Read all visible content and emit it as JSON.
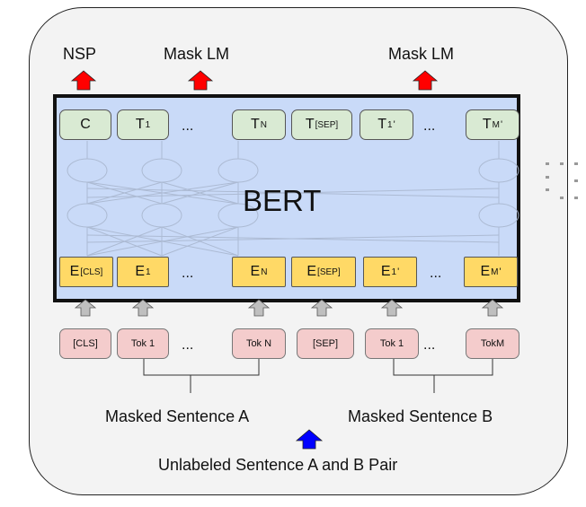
{
  "outputs": {
    "nsp": "NSP",
    "mask_lm_1": "Mask LM",
    "mask_lm_2": "Mask LM"
  },
  "model": {
    "name": "BERT"
  },
  "top_tokens": {
    "c": "C",
    "t1": "T",
    "t1_sub": "1",
    "ellipsis1": "...",
    "tn": "T",
    "tn_sub": "N",
    "tsep": "T",
    "tsep_sub": "[SEP]",
    "t1p": "T",
    "t1p_sub": "1",
    "t1p_prime": "'",
    "ellipsis2": "...",
    "tm": "T",
    "tm_sub": "M",
    "tm_prime": "'"
  },
  "embeddings": {
    "ecls": "E",
    "ecls_sub": "[CLS]",
    "e1": "E",
    "e1_sub": "1",
    "ellipsis1": "...",
    "en": "E",
    "en_sub": "N",
    "esep": "E",
    "esep_sub": "[SEP]",
    "e1p": "E",
    "e1p_sub": "1",
    "e1p_prime": "'",
    "ellipsis2": "...",
    "em": "E",
    "em_sub": "M",
    "em_prime": "'"
  },
  "inputs": {
    "cls": "[CLS]",
    "tok1_a": "Tok 1",
    "ellipsis1": "...",
    "tokn": "Tok N",
    "sep": "[SEP]",
    "tok1_b": "Tok 1",
    "ellipsis2": "...",
    "tokm": "TokM"
  },
  "sentences": {
    "a": "Masked Sentence A",
    "b": "Masked Sentence B",
    "pair": "Unlabeled Sentence A and B Pair"
  },
  "colors": {
    "background": "#f3f3f3",
    "bert_fill": "#c9daf8",
    "output_box": "#d9ead3",
    "embedding_box": "#ffd966",
    "token_box": "#f4cccc",
    "output_arrow": "#ff0000",
    "input_arrow": "#0000ff",
    "token_arrow": "#bfbfbf"
  }
}
